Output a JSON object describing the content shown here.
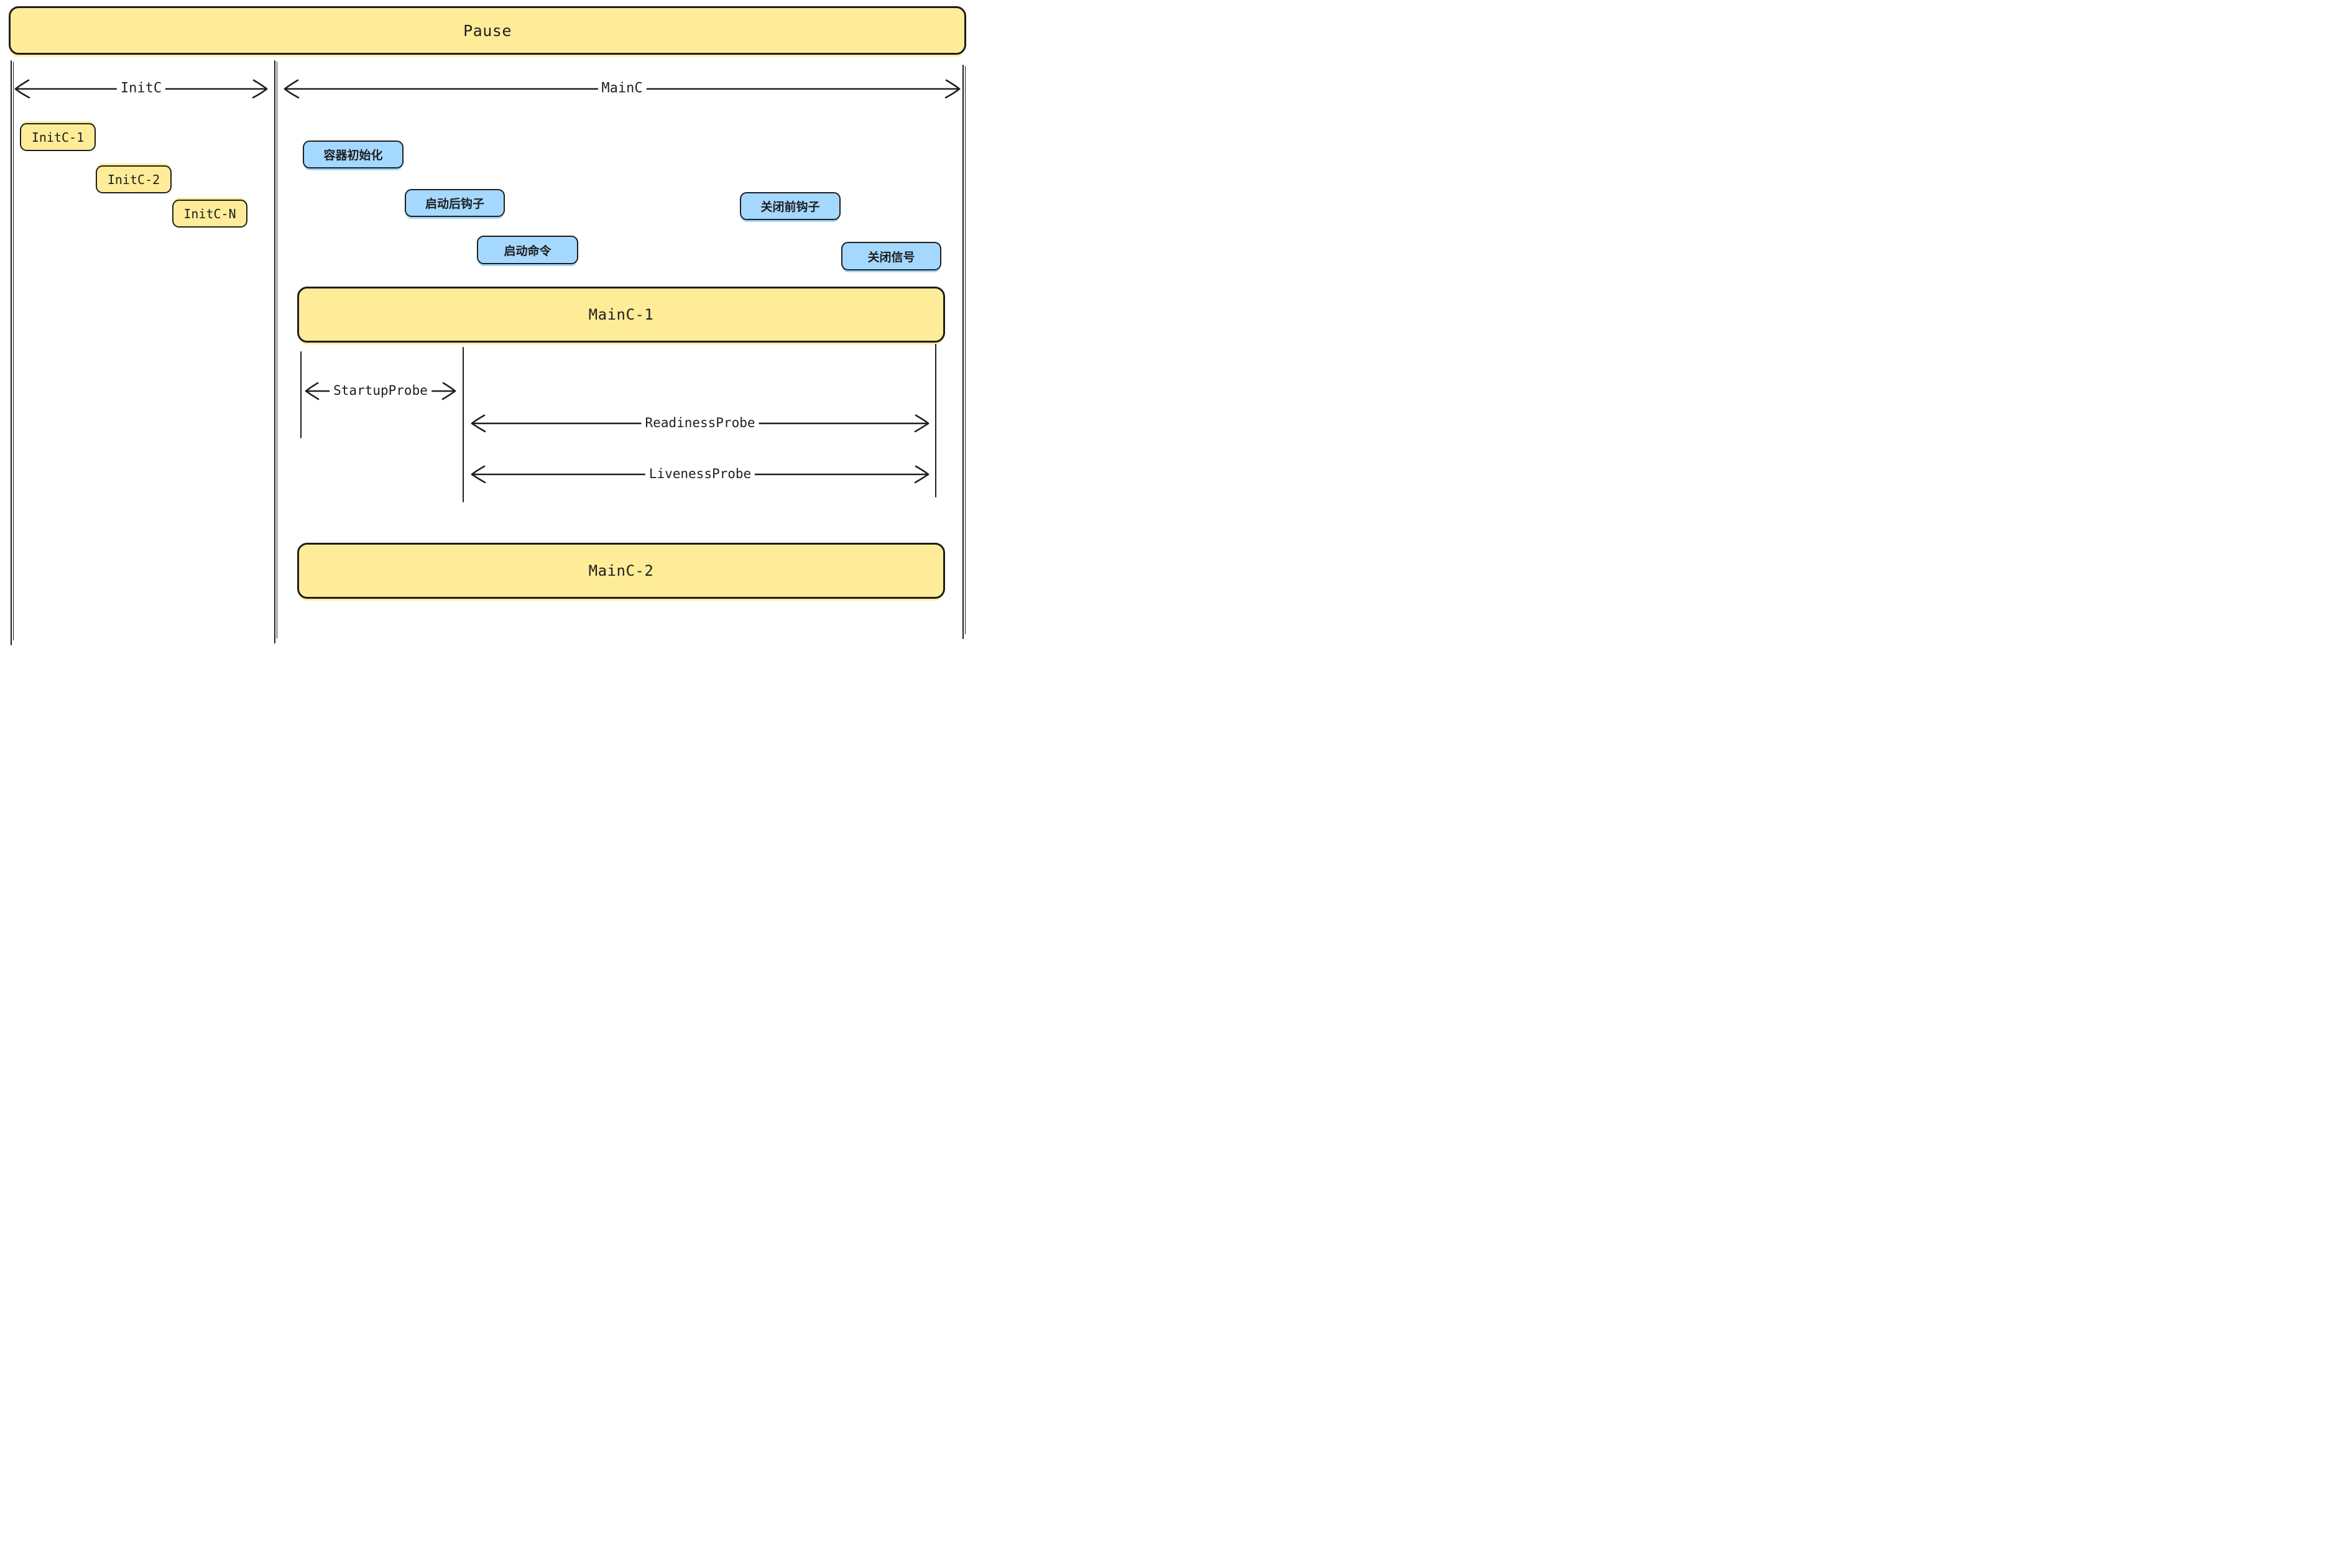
{
  "diagram": {
    "title_bar": {
      "label": "Pause"
    },
    "init_lane": {
      "arrow_label": "InitC",
      "containers": [
        {
          "label": "InitC-1"
        },
        {
          "label": "InitC-2"
        },
        {
          "label": "InitC-N"
        }
      ]
    },
    "main_lane": {
      "arrow_label": "MainC",
      "events": [
        {
          "label": "容器初始化"
        },
        {
          "label": "启动后钩子"
        },
        {
          "label": "启动命令"
        },
        {
          "label": "关闭前钩子"
        },
        {
          "label": "关闭信号"
        }
      ],
      "containers": [
        {
          "label": "MainC-1"
        },
        {
          "label": "MainC-2"
        }
      ],
      "probes": [
        {
          "label": "StartupProbe"
        },
        {
          "label": "ReadinessProbe"
        },
        {
          "label": "LivenessProbe"
        }
      ]
    },
    "colors": {
      "yellow": "#ffec99",
      "blue": "#a5d8ff",
      "stroke": "#1e1e1e",
      "background": "#ffffff"
    }
  }
}
